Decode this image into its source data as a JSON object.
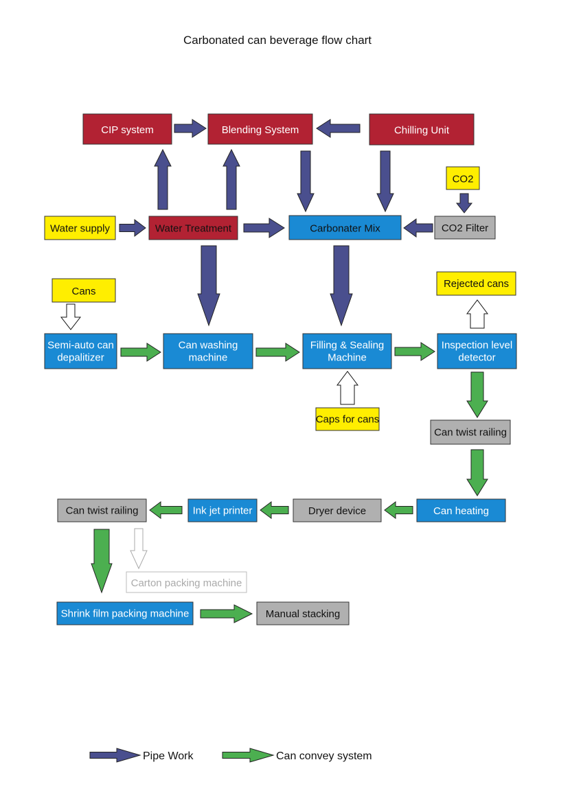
{
  "title": "Carbonated can beverage flow chart",
  "colors": {
    "red": "#b22233",
    "blue": "#1a8ad4",
    "yellow": "#ffee00",
    "gray": "#b0b0b0",
    "pipe": "#4a4f8e",
    "convey": "#4caf50",
    "hollow": "#ffffff"
  },
  "nodes": {
    "cip": "CIP system",
    "blending": "Blending System",
    "chilling": "Chilling Unit",
    "co2": "CO2",
    "water_supply": "Water supply",
    "water_treatment": "Water Treatment",
    "carbonater": "Carbonater Mix",
    "co2_filter": "CO2 Filter",
    "cans": "Cans",
    "rejected": "Rejected cans",
    "depalitizer": [
      "Semi-auto can",
      "depalitizer"
    ],
    "washing": [
      "Can washing",
      "machine"
    ],
    "filling": [
      "Filling & Sealing",
      "Machine"
    ],
    "inspection": [
      "Inspection level",
      "detector"
    ],
    "caps": "Caps for cans",
    "twist1": "Can twist railing",
    "heating": "Can heating",
    "dryer": "Dryer device",
    "inkjet": "Ink jet printer",
    "twist2": "Can twist railing",
    "carton": "Carton packing machine",
    "shrink": "Shrink film packing machine",
    "stacking": "Manual stacking"
  },
  "legend": {
    "pipe": "Pipe Work",
    "convey": "Can convey system"
  }
}
